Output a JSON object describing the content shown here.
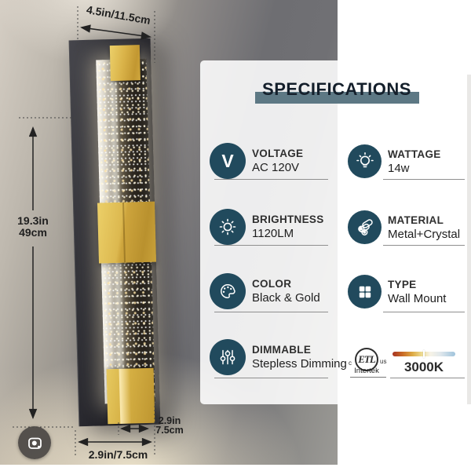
{
  "product_view": {
    "dimensions": {
      "width_label": "4.5in/11.5cm",
      "height_label_in": "19.3in",
      "height_label_cm": "49cm",
      "depth_label_in": "2.9in",
      "depth_label_cm": "7.5cm",
      "bottom_width_label": "2.9in/7.5cm"
    }
  },
  "specifications": {
    "title": "SPECIFICATIONS",
    "items": [
      {
        "icon": "voltage-v-icon",
        "icon_letter": "V",
        "label": "VOLTAGE",
        "value": "AC 120V"
      },
      {
        "icon": "wattage-bulb-icon",
        "label": "WATTAGE",
        "value": "14w"
      },
      {
        "icon": "brightness-sun-icon",
        "label": "BRIGHTNESS",
        "value": "1120LM"
      },
      {
        "icon": "material-crystal-icon",
        "label": "MATERIAL",
        "value": "Metal+Crystal"
      },
      {
        "icon": "color-palette-icon",
        "label": "COLOR",
        "value": "Black & Gold"
      },
      {
        "icon": "type-grid-icon",
        "label": "TYPE",
        "value": "Wall Mount"
      },
      {
        "icon": "dimmable-sliders-icon",
        "label": "DIMMABLE",
        "value": "Stepless Dimming"
      }
    ],
    "certification": {
      "mark": "ETL",
      "mark_left": "c",
      "mark_right": "us",
      "mark_sub": "Intertek",
      "color_temp": "3000K"
    },
    "colors": {
      "icon_circle": "#214a5d",
      "header_bar": "#5d7884",
      "gold_accent": "#d4ae42",
      "temp_gradient_start": "#a63322",
      "temp_gradient_end": "#9fc3dc"
    }
  }
}
